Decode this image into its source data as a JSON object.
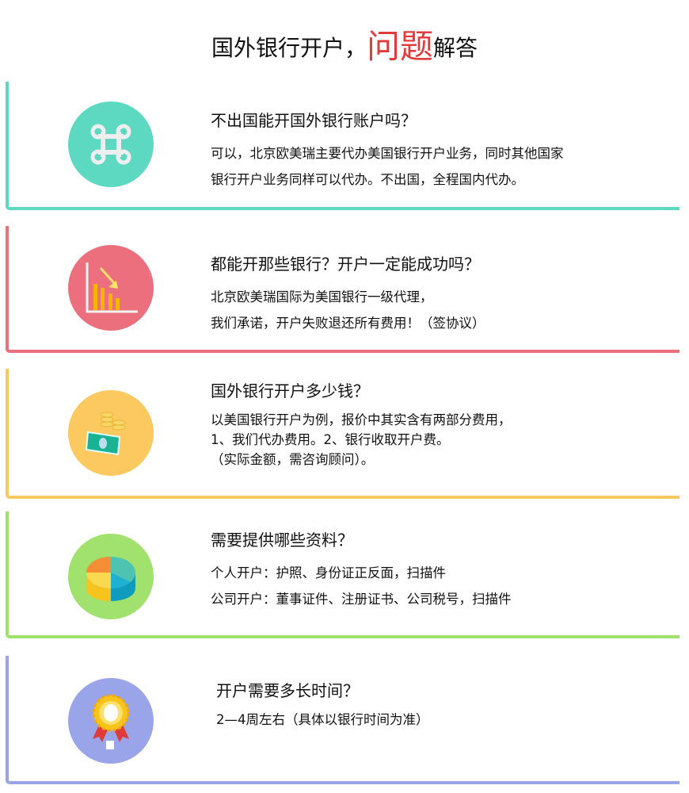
{
  "header": {
    "title_a": "国外银行开户，",
    "title_highlight": "问题",
    "title_b": "解答"
  },
  "colors": {
    "teal": "#5dd9c1",
    "red": "#ec6f7d",
    "orange": "#fcc860",
    "green": "#a1e26f",
    "blue": "#9aa4e8"
  },
  "cards": [
    {
      "icon": "command-icon",
      "question": "不出国能开国外银行账户吗？",
      "lines": [
        "可以，北京欧美瑞主要代办美国银行开户业务，同时其他国家",
        "银行开户业务同样可以代办。不出国，全程国内代办。"
      ]
    },
    {
      "icon": "declining-chart-icon",
      "question": "都能开那些银行？开户一定能成功吗？",
      "lines": [
        "北京欧美瑞国际为美国银行一级代理，",
        "我们承诺，开户失败退还所有费用！（签协议）"
      ]
    },
    {
      "icon": "money-coins-icon",
      "question": "国外银行开户多少钱？",
      "lines": [
        "以美国银行开户为例，报价中其实含有两部分费用，",
        "1、我们代办费用。2、银行收取开户费。",
        "（实际金额，需咨询顾问）。"
      ]
    },
    {
      "icon": "pie-chart-icon",
      "question": "需要提供哪些资料？",
      "lines": [
        "个人开户：护照、身份证正反面，扫描件",
        "公司开户：董事证件、注册证书、公司税号，扫描件"
      ]
    },
    {
      "icon": "award-medal-icon",
      "question": "开户需要多长时间？",
      "lines": [
        "2—4周左右（具体以银行时间为准）"
      ]
    }
  ]
}
